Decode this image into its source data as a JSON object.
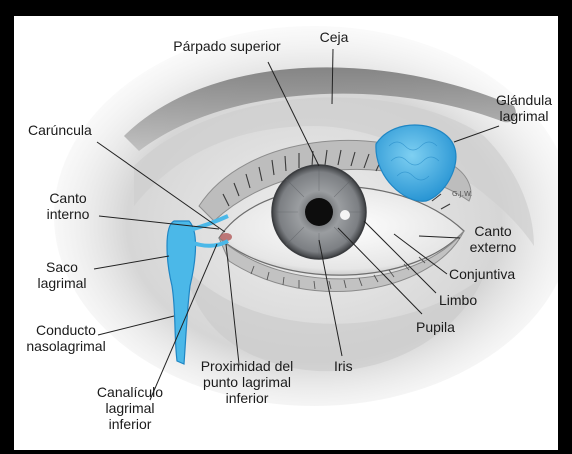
{
  "labels": {
    "parpado_superior": "Párpado superior",
    "ceja": "Ceja",
    "glandula_lagrimal": "Glándula\nlagrimal",
    "caruncula": "Carúncula",
    "canto_interno": "Canto\ninterno",
    "saco_lagrimal": "Saco\nlagrimal",
    "conducto_nasolagrimal": "Conducto\nnasolagrimal",
    "canaliculo_lagrimal_inferior": "Canalículo\nlagrimal\ninferior",
    "proximidad_punto_lagrimal": "Proximidad del\npunto lagrimal\ninferior",
    "iris": "Iris",
    "pupila": "Pupila",
    "limbo": "Limbo",
    "conjuntiva": "Conjuntiva",
    "canto_externo": "Canto\nexterno"
  },
  "signature": "G.J.W.",
  "colors": {
    "lacrimal_blue": "#4bb8e8",
    "lacrimal_dark": "#1f86c4",
    "iris": "#8a8d90",
    "skin": "#d8d8d8",
    "leader_line": "#222222"
  }
}
